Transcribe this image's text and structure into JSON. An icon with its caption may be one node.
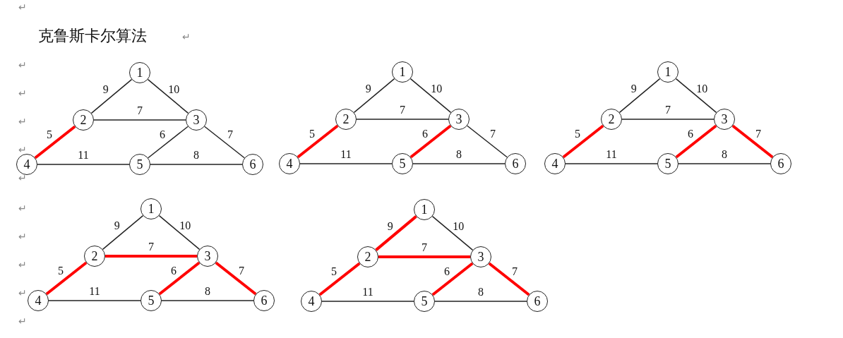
{
  "diagram": {
    "title": "克鲁斯卡尔算法",
    "nodes": [
      {
        "text": [
          "1"
        ]
      },
      {
        "text": [
          "2"
        ]
      },
      {
        "text": [
          "3"
        ]
      },
      {
        "text": [
          "4"
        ]
      },
      {
        "text": [
          "5"
        ]
      },
      {
        "text": [
          "6"
        ]
      },
      {
        "text": [
          "1"
        ]
      },
      {
        "text": [
          "2"
        ]
      },
      {
        "text": [
          "3"
        ]
      },
      {
        "text": [
          "4"
        ]
      },
      {
        "text": [
          "5"
        ]
      },
      {
        "text": [
          "6"
        ]
      },
      {
        "text": [
          "1"
        ]
      },
      {
        "text": [
          "2"
        ]
      },
      {
        "text": [
          "3"
        ]
      },
      {
        "text": [
          "4"
        ]
      },
      {
        "text": [
          "5"
        ]
      },
      {
        "text": [
          "6"
        ]
      },
      {
        "text": [
          "1"
        ]
      },
      {
        "text": [
          "2"
        ]
      },
      {
        "text": [
          "3"
        ]
      },
      {
        "text": [
          "4"
        ]
      },
      {
        "text": [
          "5"
        ]
      },
      {
        "text": [
          "6"
        ]
      },
      {
        "text": [
          "1"
        ]
      },
      {
        "text": [
          "2"
        ]
      },
      {
        "text": [
          "3"
        ]
      },
      {
        "text": [
          "4"
        ]
      },
      {
        "text": [
          "5"
        ]
      },
      {
        "text": [
          "6"
        ]
      }
    ],
    "edges": [
      {
        "from": 0,
        "to": 1,
        "arrow": "none",
        "label": "9"
      },
      {
        "from": 0,
        "to": 2,
        "arrow": "none",
        "label": "10"
      },
      {
        "from": 1,
        "to": 2,
        "arrow": "none",
        "label": "7"
      },
      {
        "from": 1,
        "to": 3,
        "arrow": "none",
        "label": "5",
        "style": "thick",
        "color": "#ff0000"
      },
      {
        "from": 2,
        "to": 4,
        "arrow": "none",
        "label": "6"
      },
      {
        "from": 2,
        "to": 5,
        "arrow": "none",
        "label": "7"
      },
      {
        "from": 3,
        "to": 4,
        "arrow": "none",
        "label": "11"
      },
      {
        "from": 4,
        "to": 5,
        "arrow": "none",
        "label": "8"
      },
      {
        "from": 6,
        "to": 7,
        "arrow": "none",
        "label": "9"
      },
      {
        "from": 6,
        "to": 8,
        "arrow": "none",
        "label": "10"
      },
      {
        "from": 7,
        "to": 8,
        "arrow": "none",
        "label": "7"
      },
      {
        "from": 7,
        "to": 9,
        "arrow": "none",
        "label": "5",
        "style": "thick",
        "color": "#ff0000"
      },
      {
        "from": 8,
        "to": 10,
        "arrow": "none",
        "label": "6",
        "style": "thick",
        "color": "#ff0000"
      },
      {
        "from": 8,
        "to": 11,
        "arrow": "none",
        "label": "7"
      },
      {
        "from": 9,
        "to": 10,
        "arrow": "none",
        "label": "11"
      },
      {
        "from": 10,
        "to": 11,
        "arrow": "none",
        "label": "8"
      },
      {
        "from": 12,
        "to": 13,
        "arrow": "none",
        "label": "9"
      },
      {
        "from": 12,
        "to": 14,
        "arrow": "none",
        "label": "10"
      },
      {
        "from": 13,
        "to": 14,
        "arrow": "none",
        "label": "7"
      },
      {
        "from": 13,
        "to": 15,
        "arrow": "none",
        "label": "5",
        "style": "thick",
        "color": "#ff0000"
      },
      {
        "from": 14,
        "to": 16,
        "arrow": "none",
        "label": "6",
        "style": "thick",
        "color": "#ff0000"
      },
      {
        "from": 14,
        "to": 17,
        "arrow": "none",
        "label": "7",
        "style": "thick",
        "color": "#ff0000"
      },
      {
        "from": 15,
        "to": 16,
        "arrow": "none",
        "label": "11"
      },
      {
        "from": 16,
        "to": 17,
        "arrow": "none",
        "label": "8"
      },
      {
        "from": 18,
        "to": 19,
        "arrow": "none",
        "label": "9"
      },
      {
        "from": 18,
        "to": 20,
        "arrow": "none",
        "label": "10"
      },
      {
        "from": 19,
        "to": 20,
        "arrow": "none",
        "label": "7",
        "style": "thick",
        "color": "#ff0000"
      },
      {
        "from": 19,
        "to": 21,
        "arrow": "none",
        "label": "5",
        "style": "thick",
        "color": "#ff0000"
      },
      {
        "from": 20,
        "to": 22,
        "arrow": "none",
        "label": "6",
        "style": "thick",
        "color": "#ff0000"
      },
      {
        "from": 20,
        "to": 23,
        "arrow": "none",
        "label": "7",
        "style": "thick",
        "color": "#ff0000"
      },
      {
        "from": 21,
        "to": 22,
        "arrow": "none",
        "label": "11"
      },
      {
        "from": 22,
        "to": 23,
        "arrow": "none",
        "label": "8"
      },
      {
        "from": 24,
        "to": 25,
        "arrow": "none",
        "label": "9",
        "style": "thick",
        "color": "#ff0000"
      },
      {
        "from": 24,
        "to": 26,
        "arrow": "none",
        "label": "10"
      },
      {
        "from": 25,
        "to": 26,
        "arrow": "none",
        "label": "7",
        "style": "thick",
        "color": "#ff0000"
      },
      {
        "from": 25,
        "to": 27,
        "arrow": "none",
        "label": "5",
        "style": "thick",
        "color": "#ff0000"
      },
      {
        "from": 26,
        "to": 28,
        "arrow": "none",
        "label": "6",
        "style": "thick",
        "color": "#ff0000"
      },
      {
        "from": 26,
        "to": 29,
        "arrow": "none",
        "label": "7",
        "style": "thick",
        "color": "#ff0000"
      },
      {
        "from": 27,
        "to": 28,
        "arrow": "none",
        "label": "11"
      },
      {
        "from": 28,
        "to": 29,
        "arrow": "none",
        "label": "8"
      }
    ],
    "labels": [
      "↵",
      "↵",
      "↵",
      "↵",
      "↵",
      "↵",
      "↵",
      "↵",
      "↵",
      "↵",
      "↵",
      "↵"
    ]
  }
}
